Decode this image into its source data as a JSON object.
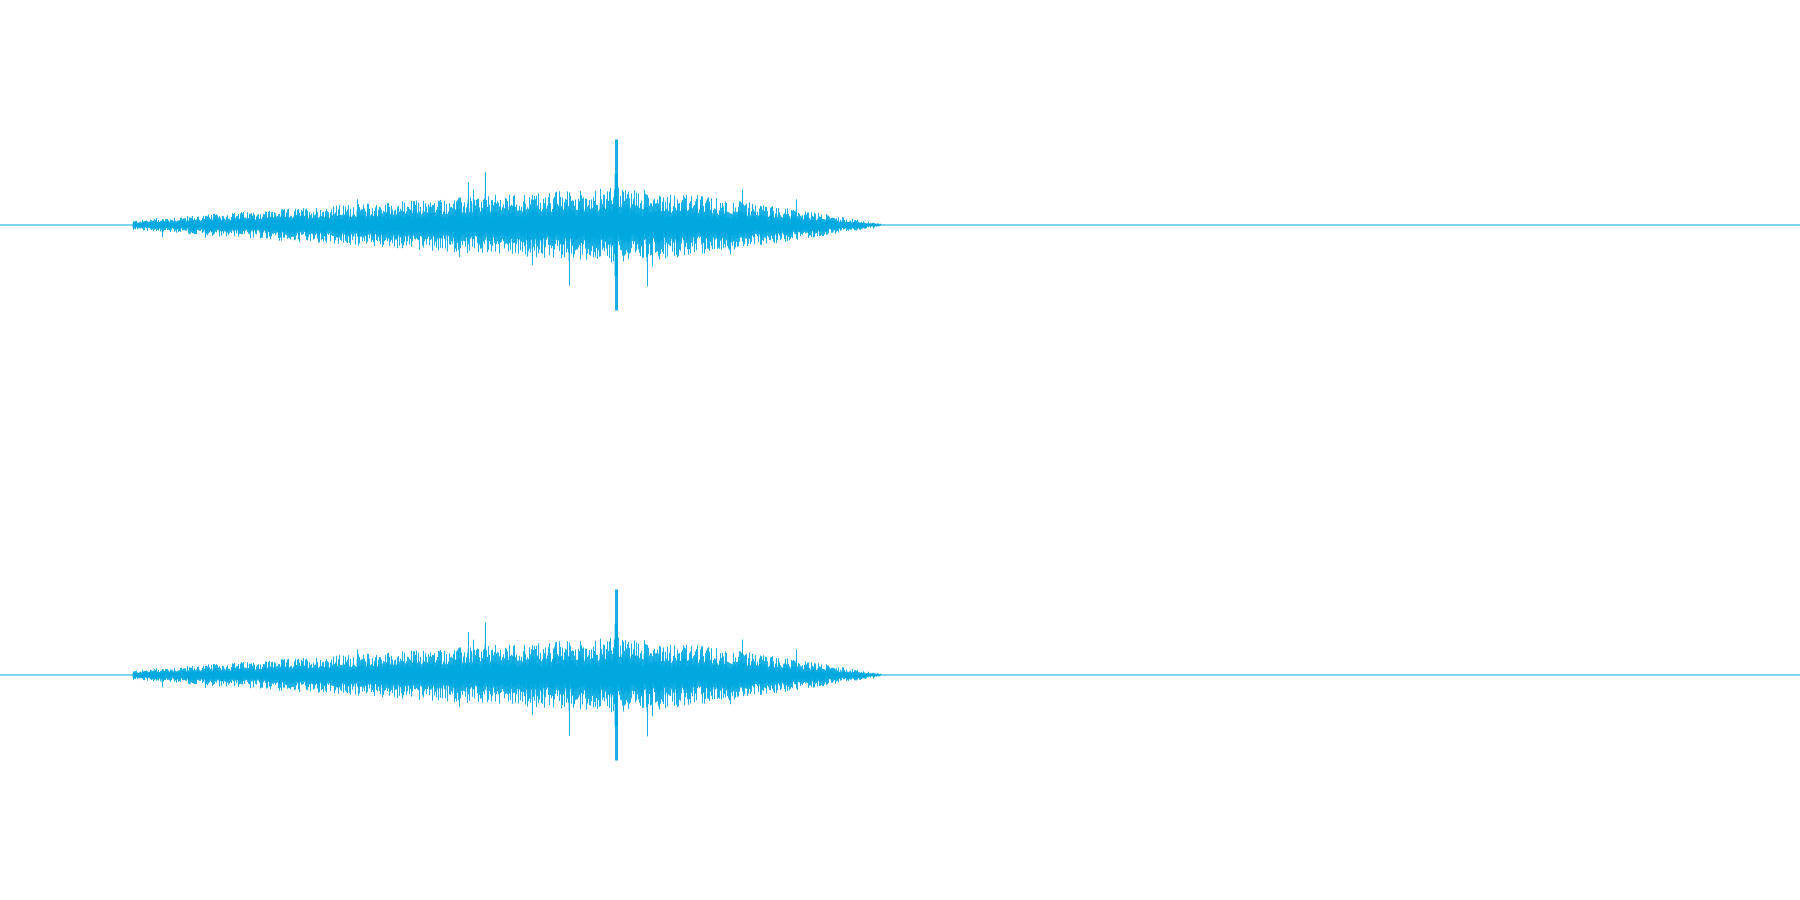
{
  "waveform": {
    "color": "#00a8e0",
    "background": "#ffffff",
    "channel_count": 2,
    "channels": [
      {
        "name": ""
      },
      {
        "name": ""
      }
    ],
    "sound_start_fraction": 0.074,
    "sound_end_fraction": 0.493,
    "peak_fraction": 0.342,
    "peak_amplitude": 0.19,
    "typical_amplitude": 0.07
  }
}
